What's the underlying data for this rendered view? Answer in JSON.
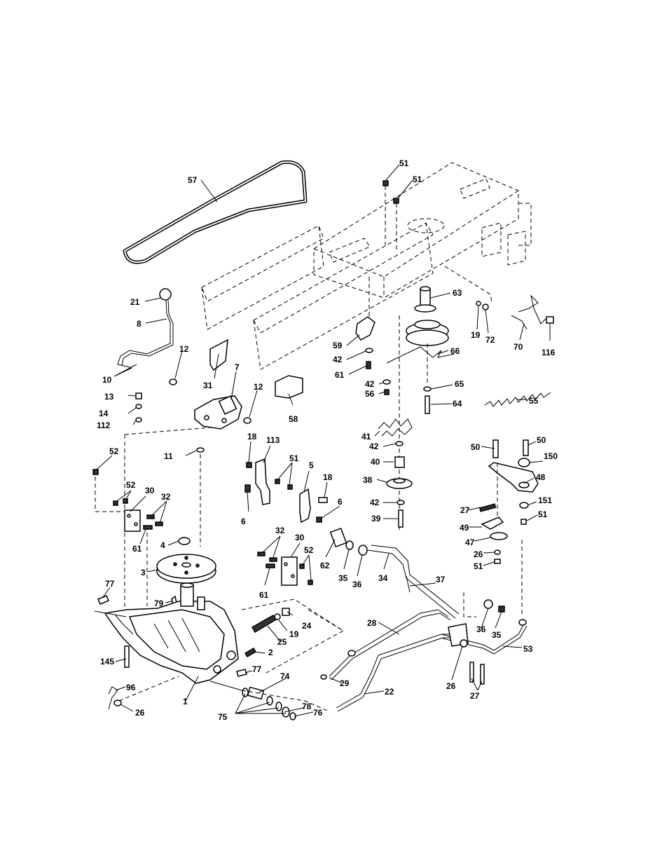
{
  "labels": {
    "p57": "57",
    "p51a": "51",
    "p51b": "51",
    "p21": "21",
    "p8": "8",
    "p12a": "12",
    "p10": "10",
    "p31": "31",
    "p7": "7",
    "p13": "13",
    "p14": "14",
    "p112": "112",
    "p12b": "12",
    "p58": "58",
    "p63": "63",
    "p19a": "19",
    "p72": "72",
    "p70": "70",
    "p116": "116",
    "p59": "59",
    "p42a": "42",
    "p61a": "61",
    "p42b": "42",
    "p56": "56",
    "p66": "66",
    "p65": "65",
    "p64": "64",
    "p55": "55",
    "p41": "41",
    "p42c": "42",
    "p40": "40",
    "p38": "38",
    "p42d": "42",
    "p39": "39",
    "p52a": "52",
    "p11": "11",
    "p18a": "18",
    "p113": "113",
    "p51c": "51",
    "p5": "5",
    "p18b": "18",
    "p6a": "6",
    "p6b": "6",
    "p52b": "52",
    "p30a": "30",
    "p32a": "32",
    "p61b": "61",
    "p4": "4",
    "p3": "3",
    "p77a": "77",
    "p79": "79",
    "p32b": "32",
    "p30b": "30",
    "p52c": "52",
    "p61c": "61",
    "p62": "62",
    "p35a": "35",
    "p36a": "36",
    "p34": "34",
    "p37": "37",
    "p50a": "50",
    "p50b": "50",
    "p150": "150",
    "p48": "48",
    "p27a": "27",
    "p151": "151",
    "p51d": "51",
    "p49": "49",
    "p47": "47",
    "p26a": "26",
    "p51e": "51",
    "p24": "24",
    "p25": "25",
    "p19b": "19",
    "p2": "2",
    "p28": "28",
    "p36b": "36",
    "p35b": "35",
    "p53": "53",
    "p145": "145",
    "p77b": "77",
    "p74": "74",
    "p29": "29",
    "p22": "22",
    "p26b": "26",
    "p27b": "27",
    "p1": "1",
    "p96": "96",
    "p26c": "26",
    "p78": "78",
    "p76": "76",
    "p75": "75"
  }
}
